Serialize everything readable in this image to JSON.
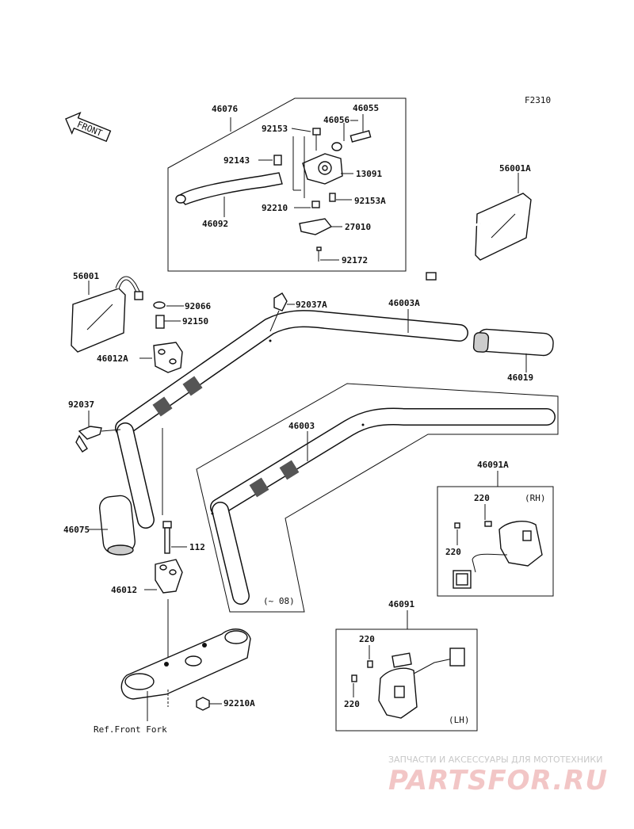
{
  "figure_code": "F2310",
  "front_arrow": "FRONT",
  "labels": {
    "p46076": "46076",
    "p46055": "46055",
    "p92153": "92153",
    "p46056": "46056",
    "p92143": "92143",
    "p13091": "13091",
    "p92153A": "92153A",
    "p92210": "92210",
    "p46092": "46092",
    "p27010": "27010",
    "p92172": "92172",
    "p56001A": "56001A",
    "p56001": "56001",
    "p92066": "92066",
    "p92150": "92150",
    "p46012A": "46012A",
    "p92037A": "92037A",
    "p46003A": "46003A",
    "p46019": "46019",
    "p92037": "92037",
    "p46003": "46003",
    "p46091A": "46091A",
    "p220_rh_top": "220",
    "p220_rh_left": "220",
    "rh": "(RH)",
    "p46075": "46075",
    "p112": "112",
    "p46012": "46012",
    "year_note": "(~ 08)",
    "p46091": "46091",
    "p220_lh_top": "220",
    "p220_lh_left": "220",
    "lh": "(LH)",
    "p92210A": "92210A",
    "ref_front_fork": "Ref.Front Fork"
  },
  "watermark": {
    "tagline": "ЗАПЧАСТИ И АКСЕССУАРЫ ДЛЯ МОТОТЕХНИКИ",
    "brand": "PARTSFOR.RU"
  }
}
